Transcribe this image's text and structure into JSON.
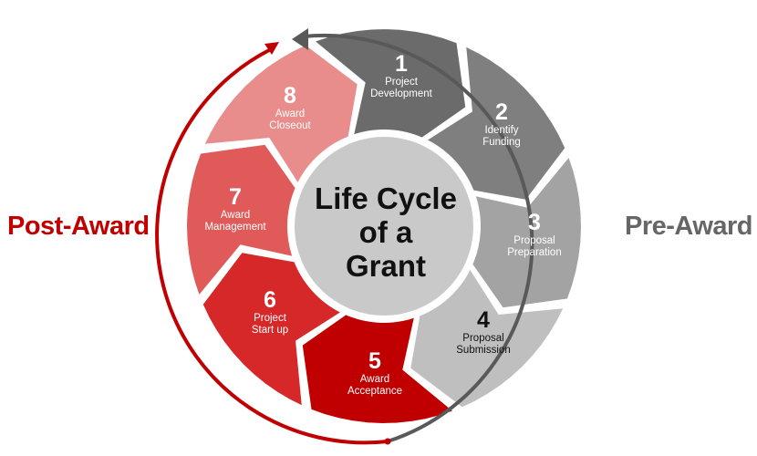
{
  "center": {
    "line1": "Life Cycle",
    "line2": "of a",
    "line3": "Grant"
  },
  "labels": {
    "post_award": "Post-Award",
    "pre_award": "Pre-Award"
  },
  "colors": {
    "post_award": "#c00000",
    "pre_award": "#666666",
    "center_fill": "#c9c9c9",
    "ring_pre": "#595959",
    "ring_post": "#c00000"
  },
  "steps": [
    {
      "number": "1",
      "line1": "Project",
      "line2": "Development",
      "color": "#6b6b6b"
    },
    {
      "number": "2",
      "line1": "Identify",
      "line2": "Funding",
      "color": "#7f7f7f"
    },
    {
      "number": "3",
      "line1": "Proposal",
      "line2": "Preparation",
      "color": "#a3a3a3"
    },
    {
      "number": "4",
      "line1": "Proposal",
      "line2": "Submission",
      "color": "#bfbfbf"
    },
    {
      "number": "5",
      "line1": "Award",
      "line2": "Acceptance",
      "color": "#c00000"
    },
    {
      "number": "6",
      "line1": "Project",
      "line2": "Start up",
      "color": "#d62828"
    },
    {
      "number": "7",
      "line1": "Award",
      "line2": "Management",
      "color": "#e05a5a"
    },
    {
      "number": "8",
      "line1": "Award",
      "line2": "Closeout",
      "color": "#e88c8c"
    }
  ]
}
